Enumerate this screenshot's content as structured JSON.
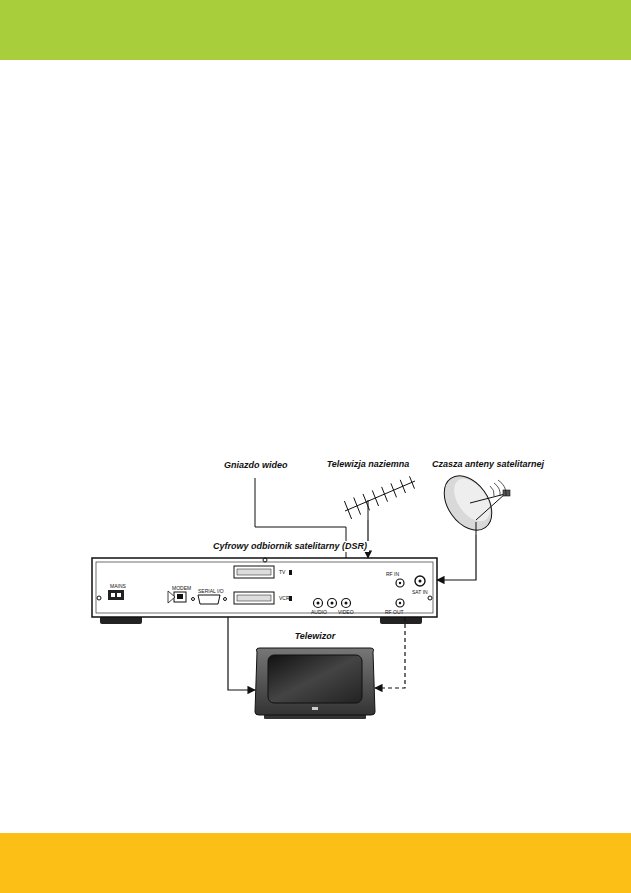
{
  "diagram": {
    "nodes": [
      {
        "text": [
          "Telewizja naziemna"
        ]
      },
      {
        "text": [
          "Czasza anteny satelitarnej"
        ]
      },
      {
        "text": [
          "Cyfrowy odbiornik satelitarny (DSR)"
        ]
      },
      {
        "text": [
          "Telewizor"
        ]
      }
    ],
    "edges": [
      {
        "from": 0,
        "to": 2,
        "arrow": "to"
      },
      {
        "from": 1,
        "to": 2,
        "arrow": "to"
      },
      {
        "from": 2,
        "to": 3,
        "arrow": "to"
      },
      {
        "from": 2,
        "to": 3,
        "arrow": "to"
      }
    ],
    "labels": [
      "MAINS",
      "MODEM",
      "SERIAL I/O",
      "TV",
      "VCR",
      "AUDIO",
      "VIDEO",
      "RF IN",
      "RF OUT",
      "SAT IN",
      "Gniazdo wideo"
    ]
  }
}
